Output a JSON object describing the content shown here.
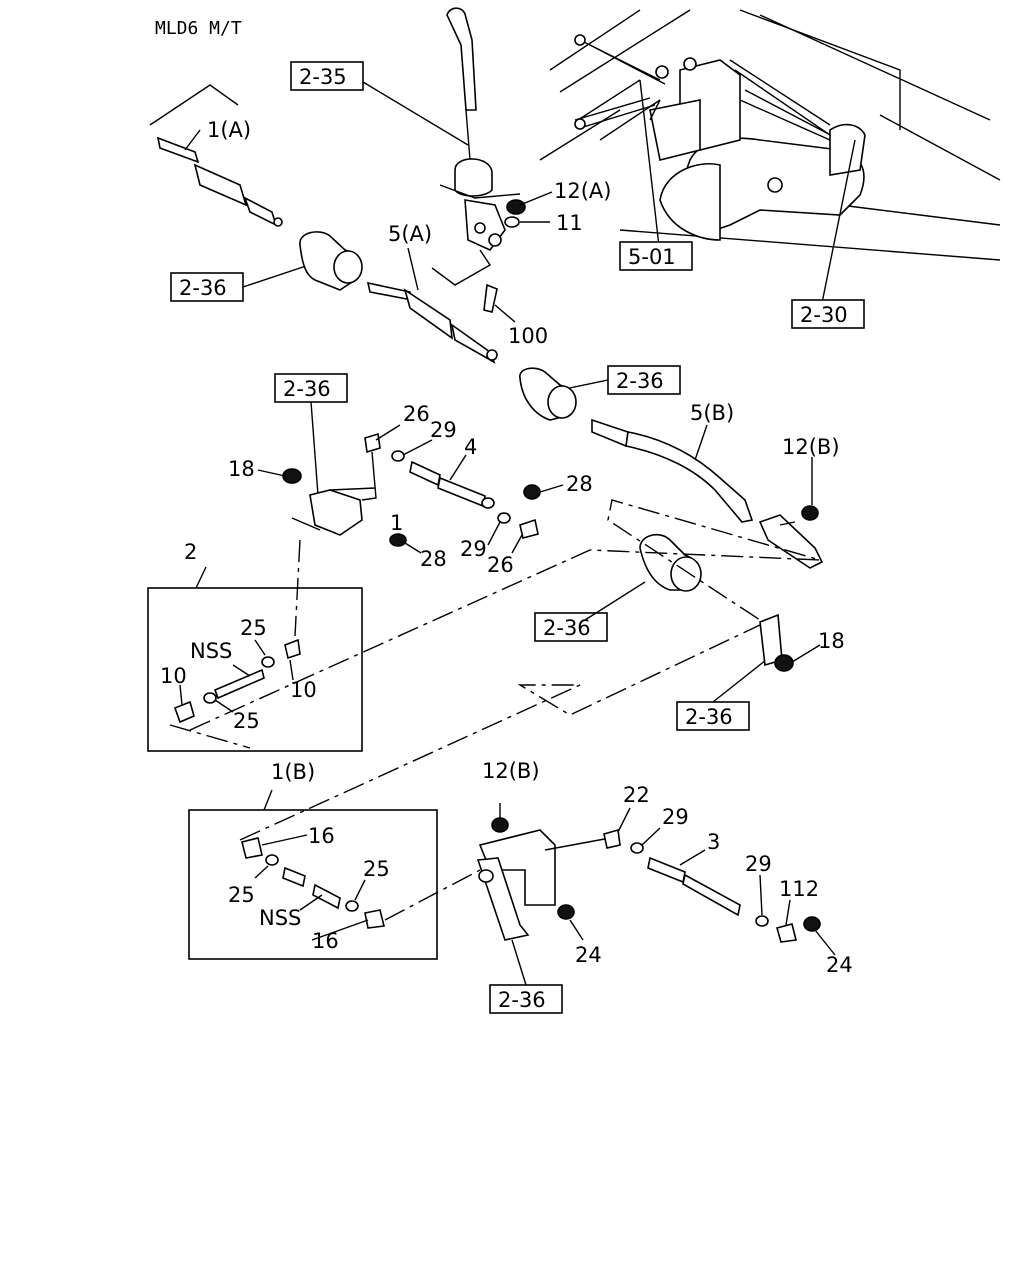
{
  "header": {
    "model": "MLD6 M/T"
  },
  "refs": {
    "r235": "2-35",
    "r236a": "2-36",
    "r236b": "2-36",
    "r236c": "2-36",
    "r236d": "2-36",
    "r236e": "2-36",
    "r236f": "2-36",
    "r501": "5-01",
    "r230": "2-30"
  },
  "callouts": {
    "c1a": "1(A)",
    "c12a": "12(A)",
    "c11": "11",
    "c5a": "5(A)",
    "c100": "100",
    "c26a": "26",
    "c29a": "29",
    "c4": "4",
    "c28a": "28",
    "c18a": "18",
    "c1": "1",
    "c28b": "28",
    "c29b": "29",
    "c26b": "26",
    "c5b": "5(B)",
    "c12b": "12(B)",
    "c2": "2",
    "c25a": "25",
    "cnssa": "NSS",
    "c10a": "10",
    "c10b": "10",
    "c25b": "25",
    "c18b": "18",
    "c1b": "1(B)",
    "c16a": "16",
    "c25c": "25",
    "c25d": "25",
    "cnssb": "NSS",
    "c16b": "16",
    "c12b2": "12(B)",
    "c22": "22",
    "c29c": "29",
    "c3": "3",
    "c29d": "29",
    "c112": "112",
    "c24a": "24",
    "c24b": "24"
  }
}
